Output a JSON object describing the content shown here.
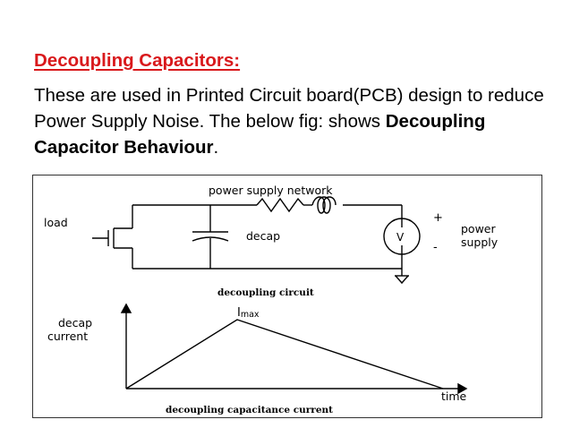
{
  "heading": "Decoupling Capacitors:",
  "paragraph": {
    "part1": "These are used in Printed Circuit board(PCB) design to reduce Power Supply Noise. The below fig: shows ",
    "emphasis": "Decoupling Capacitor Behaviour",
    "part2": "."
  },
  "circuit": {
    "network_label": "power supply network",
    "load_label": "load",
    "decap_label": "decap",
    "source_symbol": "V",
    "plus_sign": "+",
    "minus_sign": "-",
    "supply_label_line1": "power",
    "supply_label_line2": "supply",
    "caption": "decoupling circuit"
  },
  "graph": {
    "ylabel_line1": "decap",
    "ylabel_line2": "current",
    "peak_label_main": "I",
    "peak_label_sub": "max",
    "xlabel": "time",
    "caption": "decoupling capacitance current"
  }
}
